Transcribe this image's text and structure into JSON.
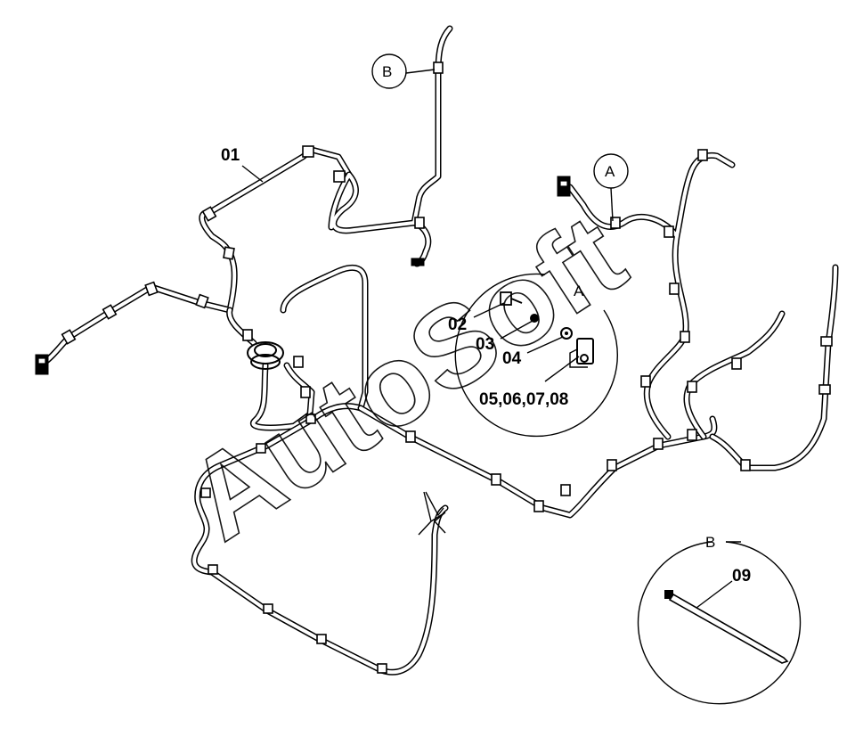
{
  "diagram": {
    "part_labels": [
      {
        "id": "01",
        "text": "01"
      },
      {
        "id": "02",
        "text": "02"
      },
      {
        "id": "03",
        "text": "03"
      },
      {
        "id": "04",
        "text": "04"
      },
      {
        "id": "05-08",
        "text": "05,06,07,08"
      },
      {
        "id": "09",
        "text": "09"
      }
    ],
    "callouts": {
      "a_marker": "A",
      "a_detail": "A",
      "b_marker": "B",
      "b_detail": "B"
    },
    "watermark": "AutoSoft"
  }
}
